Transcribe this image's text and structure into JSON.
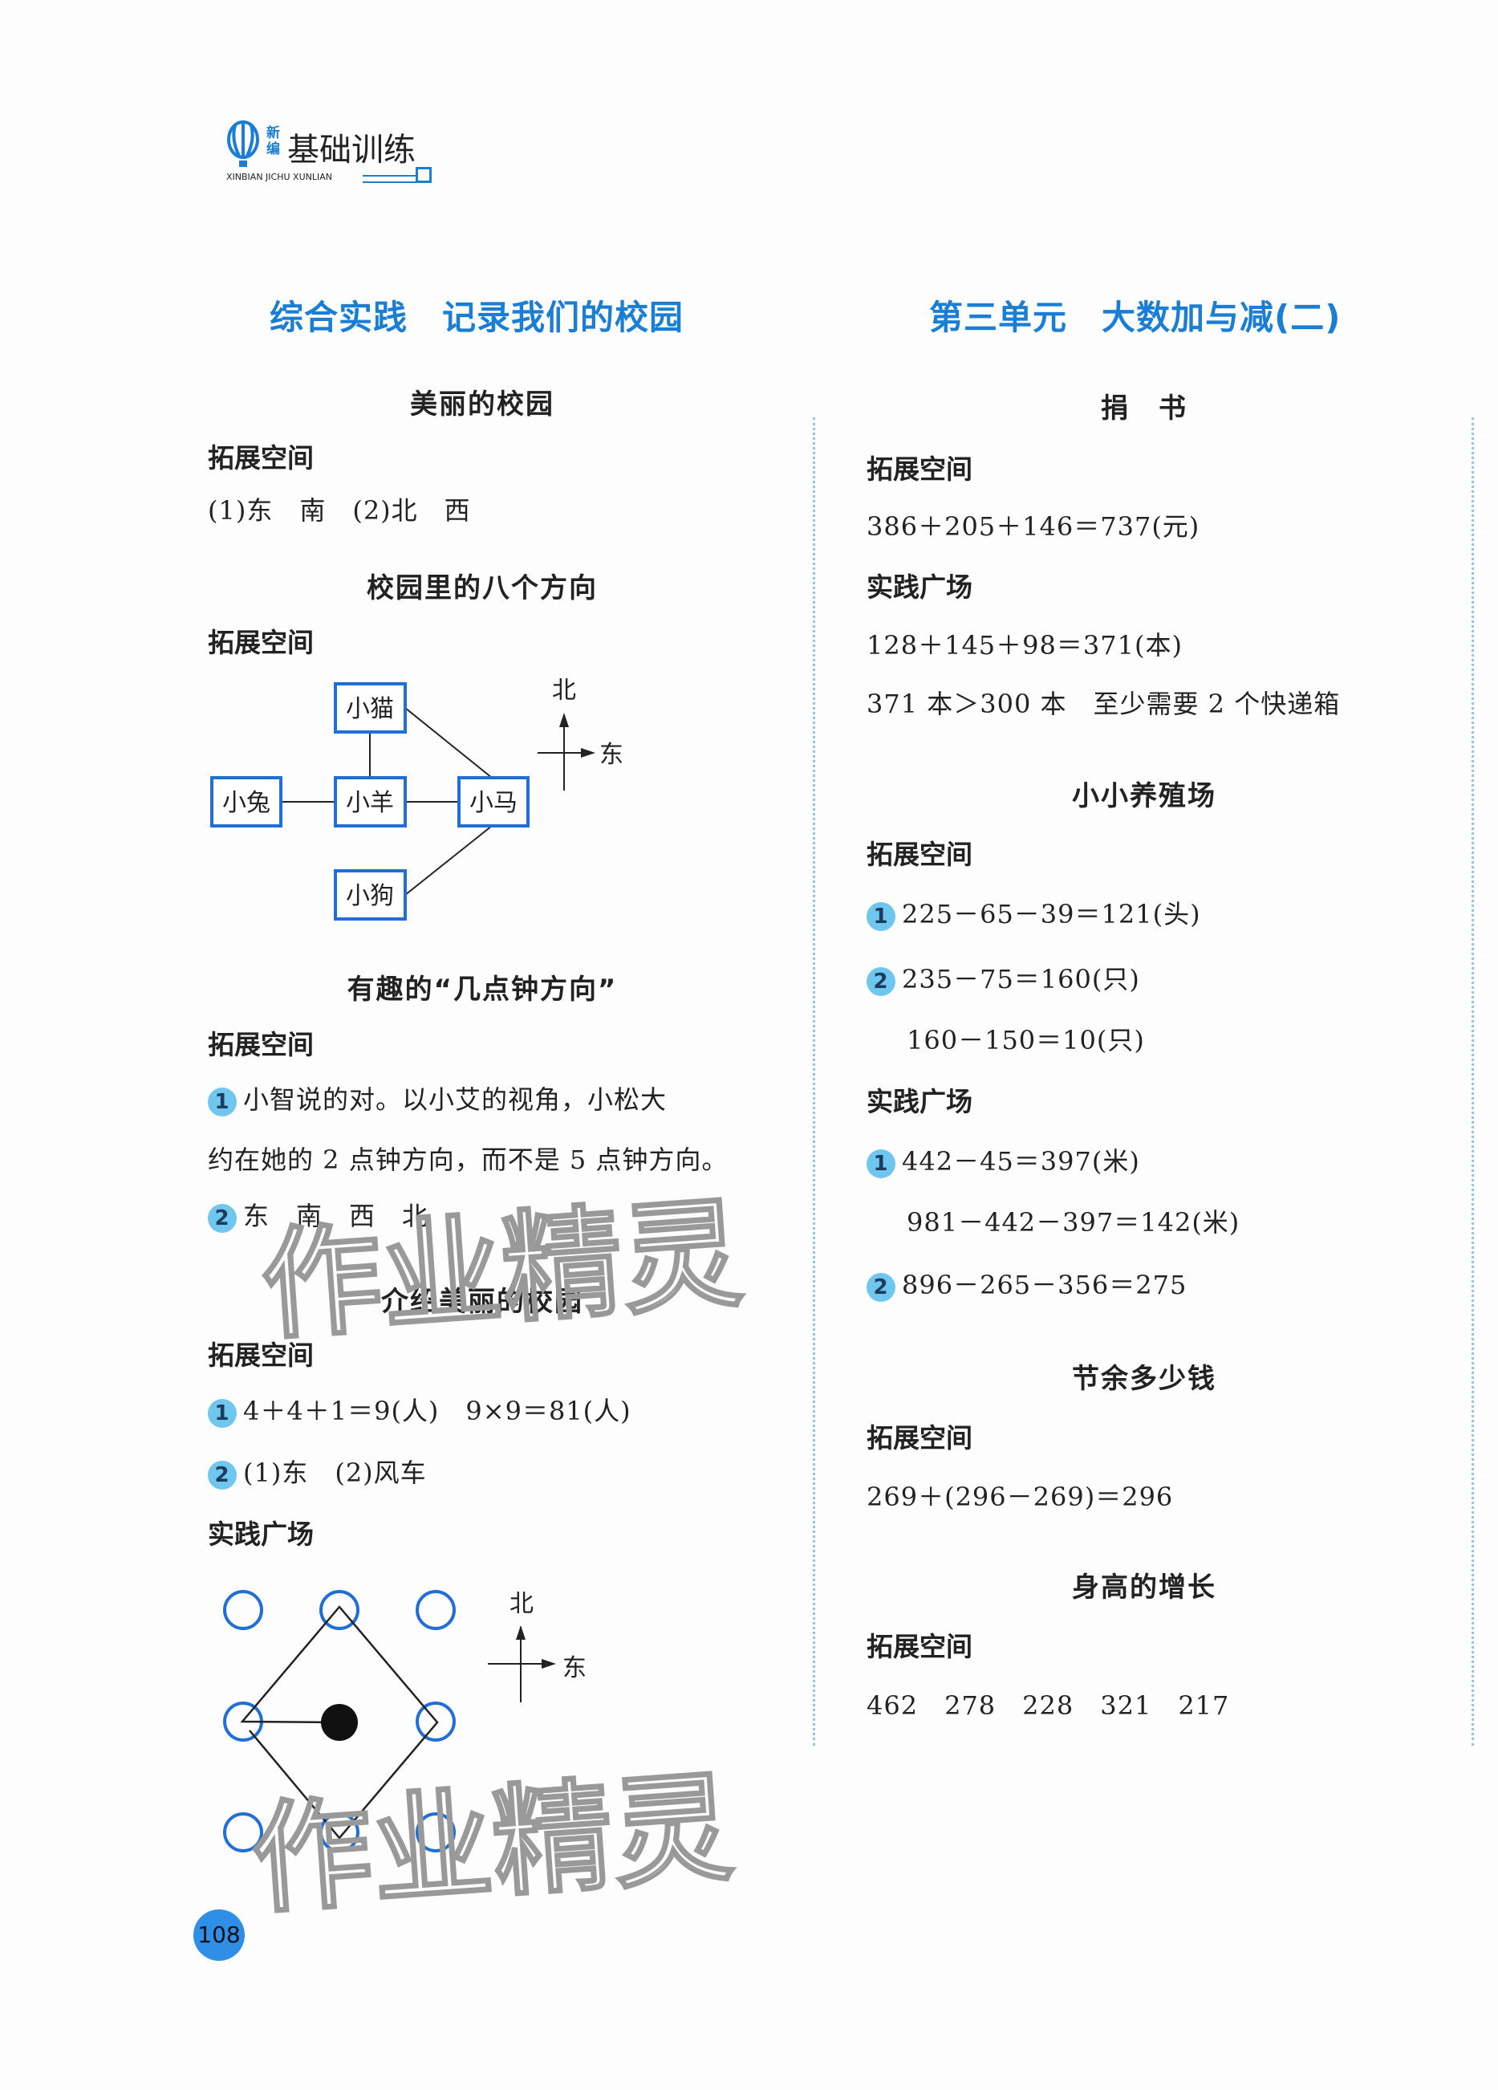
{
  "header": {
    "logo_small": "新编",
    "logo_main": "基础训练",
    "logo_pinyin": "XINBIAN JICHU XUNLIAN"
  },
  "left": {
    "title": "综合实践　记录我们的校园",
    "s1": {
      "heading": "美丽的校园",
      "sub": "拓展空间",
      "line": "(1)东　南　(2)北　西"
    },
    "s2": {
      "heading": "校园里的八个方向",
      "sub": "拓展空间",
      "diagram": {
        "boxes": [
          "小猫",
          "小兔",
          "小羊",
          "小马",
          "小狗"
        ],
        "north": "北",
        "east": "东"
      }
    },
    "s3": {
      "heading": "有趣的“几点钟方向”",
      "sub": "拓展空间",
      "items": [
        {
          "n": "1",
          "text": "小智说的对。以小艾的视角，小松大"
        },
        {
          "n": "",
          "text": "约在她的 2 点钟方向，而不是 5 点钟方向。"
        },
        {
          "n": "2",
          "text": "东　南　西　北"
        }
      ]
    },
    "s4": {
      "heading": "介绍美丽的校园",
      "sub": "拓展空间",
      "items": [
        {
          "n": "1",
          "text": "4＋4＋1＝9(人)　9×9＝81(人)"
        },
        {
          "n": "2",
          "text": "(1)东　(2)风车"
        }
      ],
      "sub2": "实践广场",
      "diagram": {
        "north": "北",
        "east": "东"
      }
    }
  },
  "right": {
    "title": "第三单元　大数加与减(二)",
    "s1": {
      "heading": "捐　书",
      "sub": "拓展空间",
      "line": "386＋205＋146＝737(元)",
      "sub2": "实践广场",
      "lines": [
        "128＋145＋98＝371(本)",
        "371 本＞300 本　至少需要 2 个快递箱"
      ]
    },
    "s2": {
      "heading": "小小养殖场",
      "sub": "拓展空间",
      "items": [
        {
          "n": "1",
          "text": "225－65－39＝121(头)"
        },
        {
          "n": "2",
          "text": "235－75＝160(只)"
        },
        {
          "n": "",
          "text": "160－150＝10(只)"
        }
      ],
      "sub2": "实践广场",
      "items2": [
        {
          "n": "1",
          "text": "442－45＝397(米)"
        },
        {
          "n": "",
          "text": "981－442－397＝142(米)"
        },
        {
          "n": "2",
          "text": "896－265－356＝275"
        }
      ]
    },
    "s3": {
      "heading": "节余多少钱",
      "sub": "拓展空间",
      "line": "269＋(296－269)＝296"
    },
    "s4": {
      "heading": "身高的增长",
      "sub": "拓展空间",
      "line": "462　278　228　321　217"
    }
  },
  "page_number": "108",
  "watermark": "作业精灵",
  "colors": {
    "accent": "#1a7fd4",
    "badge": "#6fc6ee",
    "box_border": "#1f6fd6"
  }
}
